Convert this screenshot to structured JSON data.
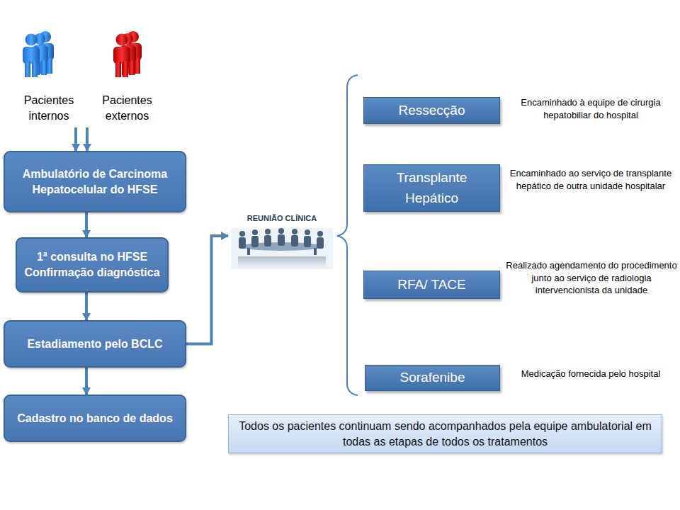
{
  "diagram": {
    "nodes": [
      {
        "text": [
          "Pacientes internos"
        ]
      },
      {
        "text": [
          "Pacientes externos"
        ]
      },
      {
        "text": [
          "Ambulatório de Carcinoma Hepatocelular do HFSE"
        ]
      },
      {
        "text": [
          "1ª consulta no HFSE Confirmação diagnóstica"
        ]
      },
      {
        "text": [
          "Estadiamento pelo BCLC"
        ]
      },
      {
        "text": [
          "Cadastro no banco de dados"
        ]
      },
      {
        "text": [
          "REUNIÃO CLÍNICA"
        ]
      },
      {
        "text": [
          "Ressecção"
        ]
      },
      {
        "text": [
          "Transplante Hepático"
        ]
      },
      {
        "text": [
          "RFA/ TACE"
        ]
      },
      {
        "text": [
          "Sorafenibe"
        ]
      },
      {
        "text": [
          "Todos os pacientes continuam sendo acompanhados pela equipe ambulatorial  em todas as etapas de todos os tratamentos"
        ]
      }
    ],
    "edges": [
      {
        "from": 0,
        "to": 2,
        "arrow": "to"
      },
      {
        "from": 1,
        "to": 2,
        "arrow": "to"
      },
      {
        "from": 2,
        "to": 3,
        "arrow": "to"
      },
      {
        "from": 3,
        "to": 4,
        "arrow": "to"
      },
      {
        "from": 4,
        "to": 5,
        "arrow": "to"
      },
      {
        "from": 4,
        "to": 6,
        "arrow": "to"
      }
    ],
    "labels": [
      "Encaminhado à equipe de cirurgia hepatobiliar do hospital",
      "Encaminhado ao serviço de transplante hepático de outra unidade hospitalar",
      "Realizado agendamento do procedimento junto ao serviço de radiologia intervencionista da unidade",
      "Medicação fornecida pelo hospital"
    ]
  }
}
